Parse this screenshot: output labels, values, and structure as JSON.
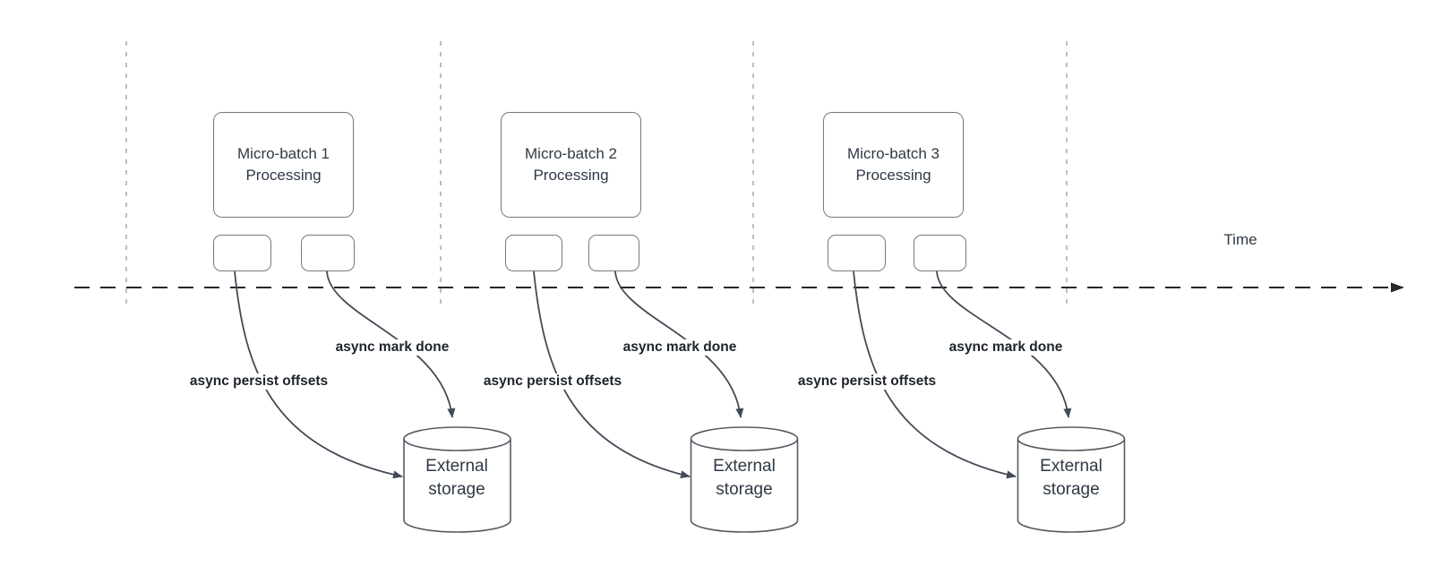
{
  "diagram": {
    "time_axis_label": "Time",
    "groups": [
      {
        "processing_label": "Micro-batch 1\nProcessing",
        "persist_arrow_label": "async persist offsets",
        "mark_done_arrow_label": "async mark done",
        "storage_label": "External\nstorage"
      },
      {
        "processing_label": "Micro-batch 2\nProcessing",
        "persist_arrow_label": "async persist offsets",
        "mark_done_arrow_label": "async mark done",
        "storage_label": "External\nstorage"
      },
      {
        "processing_label": "Micro-batch 3\nProcessing",
        "persist_arrow_label": "async persist offsets",
        "mark_done_arrow_label": "async mark done",
        "storage_label": "External\nstorage"
      }
    ],
    "colors": {
      "shape_stroke": "#75797f",
      "cylinder_stroke": "#565c64",
      "connector_stroke": "#434b57",
      "timeline_stroke": "#23272e",
      "guide_stroke": "#aeaeb3",
      "shape_text": "#2e3944",
      "edge_label_text": "#1d232b",
      "canvas_bg": "#ffffff"
    }
  }
}
